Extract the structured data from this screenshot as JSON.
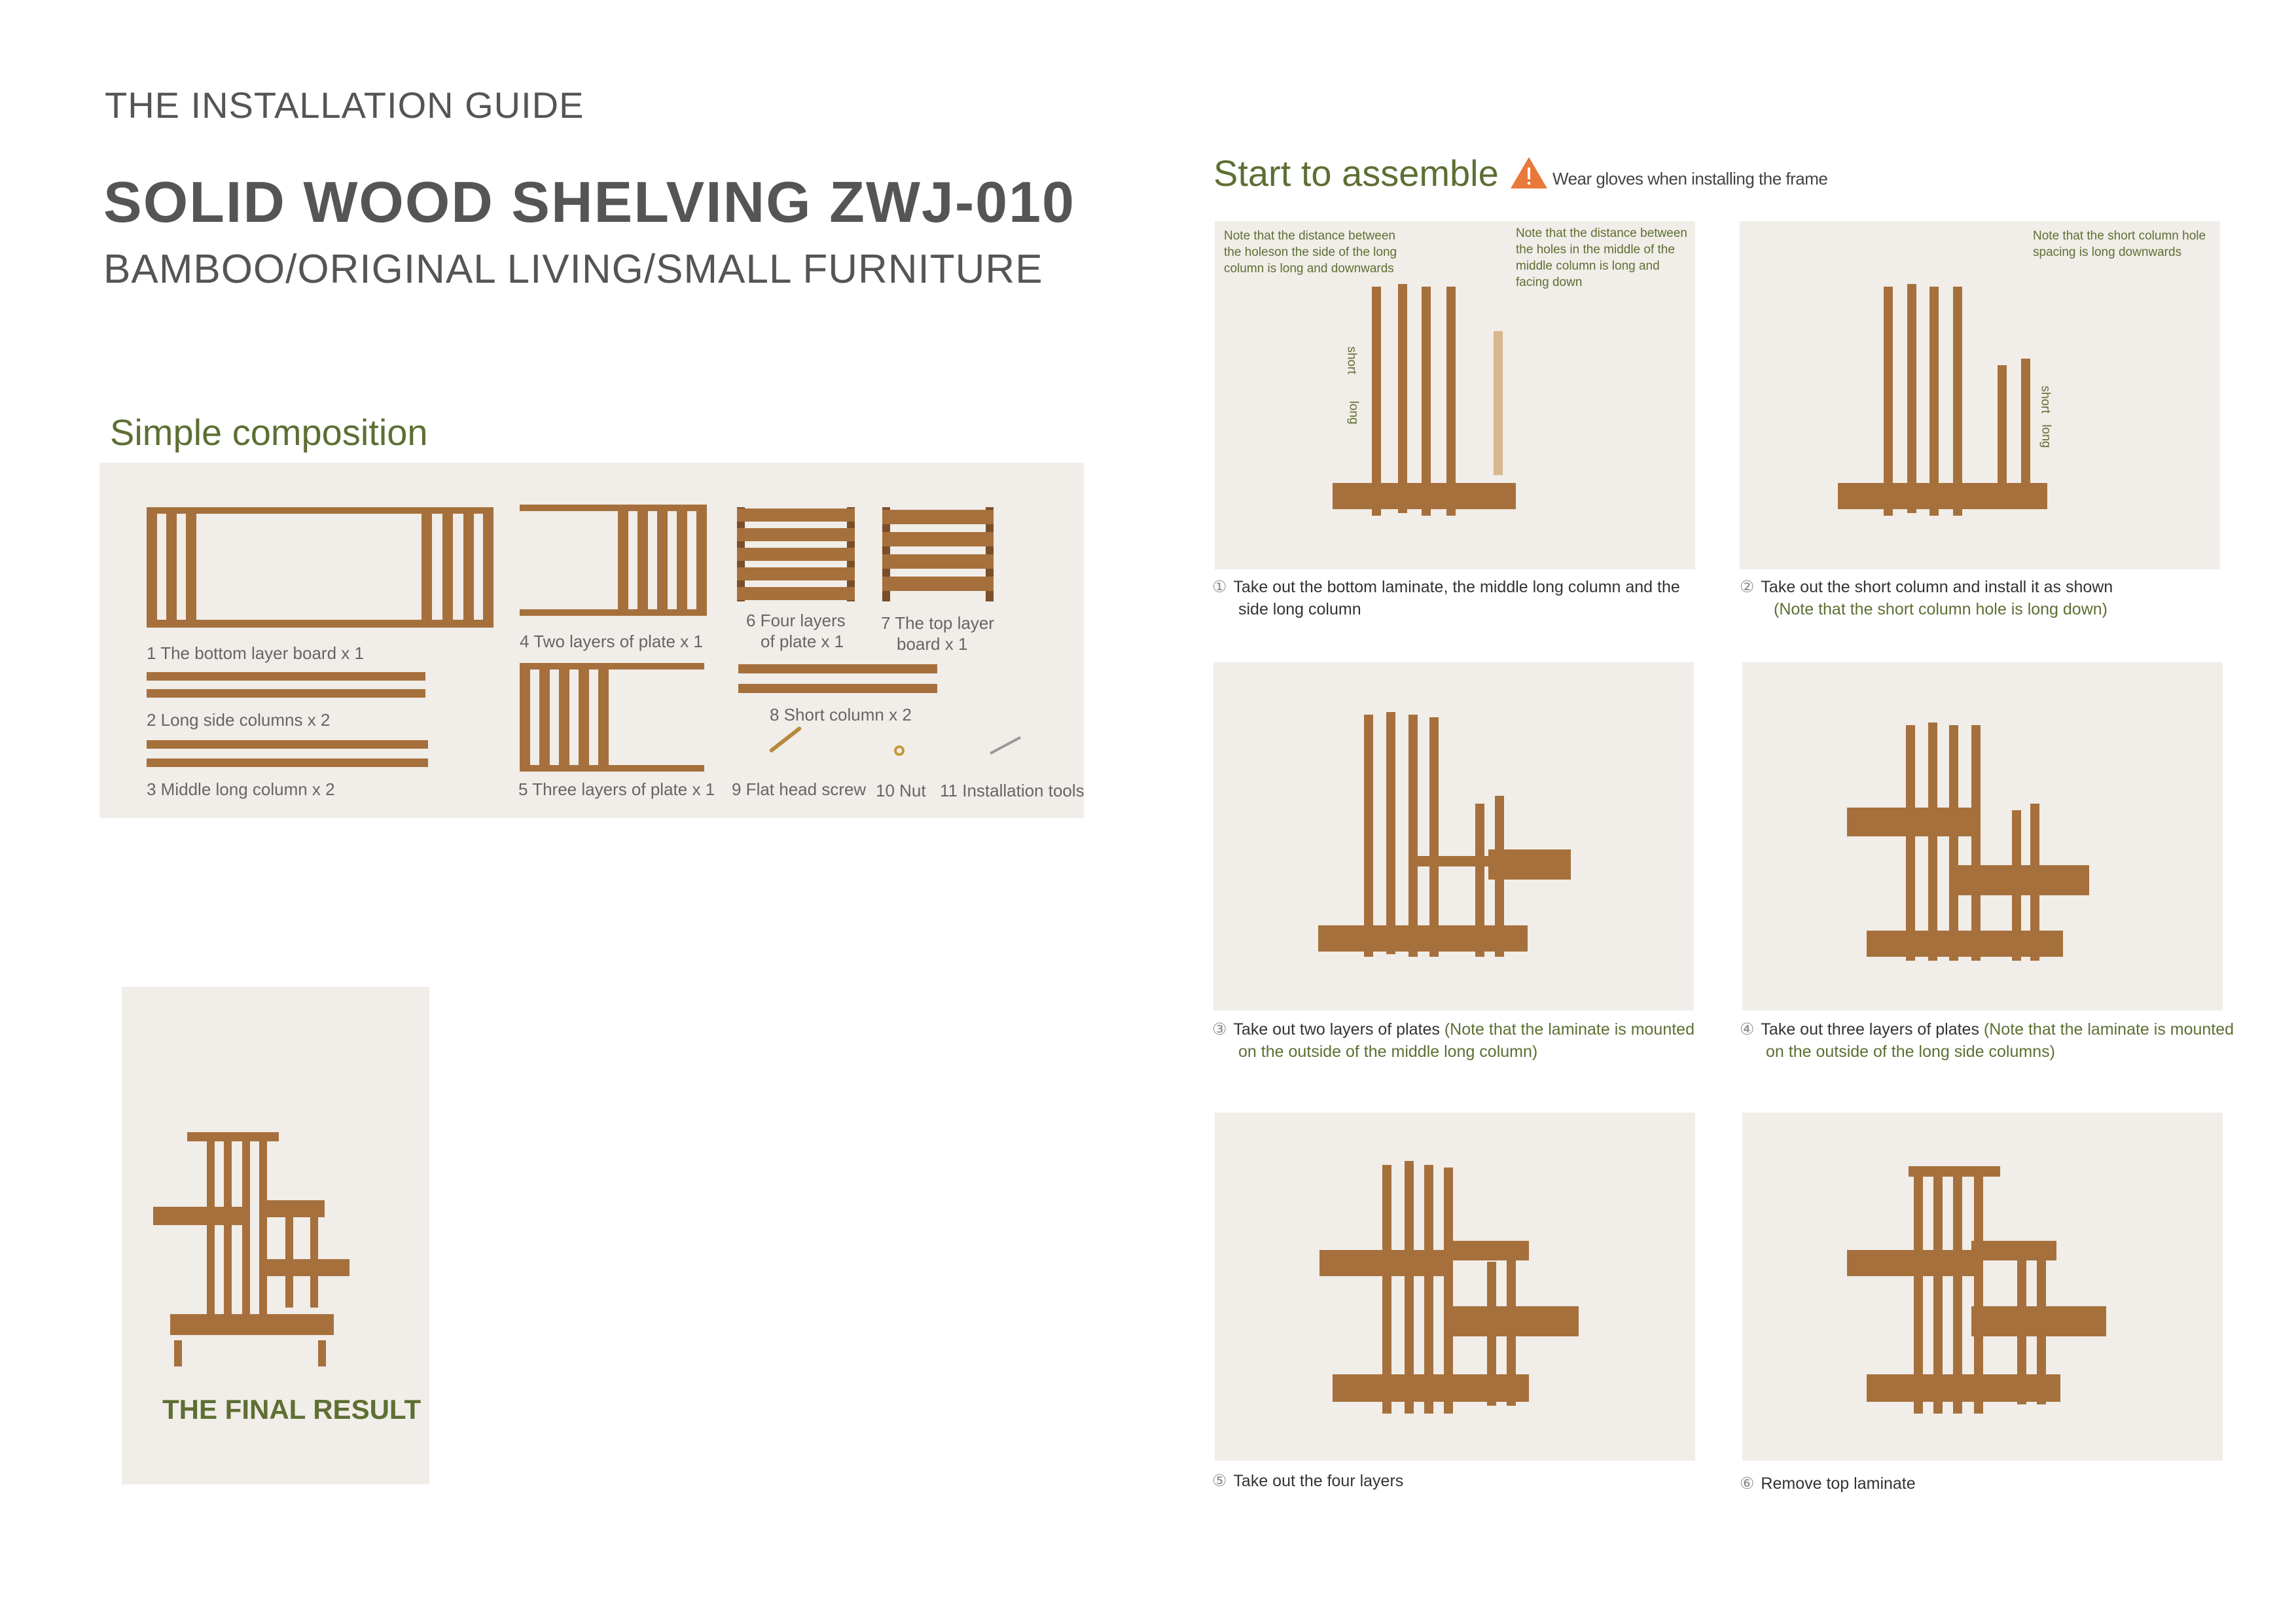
{
  "header": {
    "guide_label": "THE INSTALLATION GUIDE",
    "product_title": "SOLID WOOD SHELVING ZWJ-010",
    "product_subtitle": "BAMBOO/ORIGINAL LIVING/SMALL FURNITURE"
  },
  "composition": {
    "title": "Simple composition",
    "parts": [
      {
        "label": "1 The bottom layer board  x 1"
      },
      {
        "label": "2 Long side columns  x 2"
      },
      {
        "label": "3 Middle long column  x 2"
      },
      {
        "label": "4 Two layers of plate  x 1"
      },
      {
        "label": "5 Three layers of plate  x 1"
      },
      {
        "label": "6 Four layers",
        "label2": "of plate  x 1"
      },
      {
        "label": "7 The top layer",
        "label2": "board  x 1"
      },
      {
        "label": "8 Short column  x 2"
      },
      {
        "label": "9 Flat head screw"
      },
      {
        "label": "10 Nut"
      },
      {
        "label": "11 Installation tools"
      }
    ]
  },
  "final": {
    "label": "THE FINAL RESULT"
  },
  "assembly": {
    "title": "Start to assemble",
    "warning": "Wear gloves when installing the frame",
    "steps": [
      {
        "num": "①",
        "text": "Take out the bottom laminate, the middle long column and the",
        "text2": "side long column",
        "note_left": [
          "Note that the distance between",
          "the holeson the side of the long",
          "column is long and downwards"
        ],
        "note_right": [
          "Note that the distance between",
          "the holes in the middle of the",
          "middle column is long and",
          "facing down"
        ],
        "mark_short": "short",
        "mark_long": "long"
      },
      {
        "num": "②",
        "text": "Take out the short column and install it as shown",
        "note": "(Note that the short column hole is long down)",
        "note_right": [
          "Note that the short column hole",
          "spacing is long downwards"
        ],
        "mark_short": "short",
        "mark_long": "long"
      },
      {
        "num": "③",
        "text": "Take out two layers of plates",
        "note": "(Note that the laminate is mounted",
        "note2": "on the outside of the middle long column)"
      },
      {
        "num": "④",
        "text": "Take out three layers of plates",
        "note": "(Note that the laminate is mounted",
        "note2": "on the outside of the long side columns)"
      },
      {
        "num": "⑤",
        "text": "Take out the four layers"
      },
      {
        "num": "⑥",
        "text": "Remove top laminate"
      }
    ]
  },
  "colors": {
    "accent_green": "#5d6f33",
    "wood": "#a6703d",
    "wood_dark": "#7a4e28",
    "panel_bg": "#f1ede8",
    "warning": "#e8793a"
  }
}
